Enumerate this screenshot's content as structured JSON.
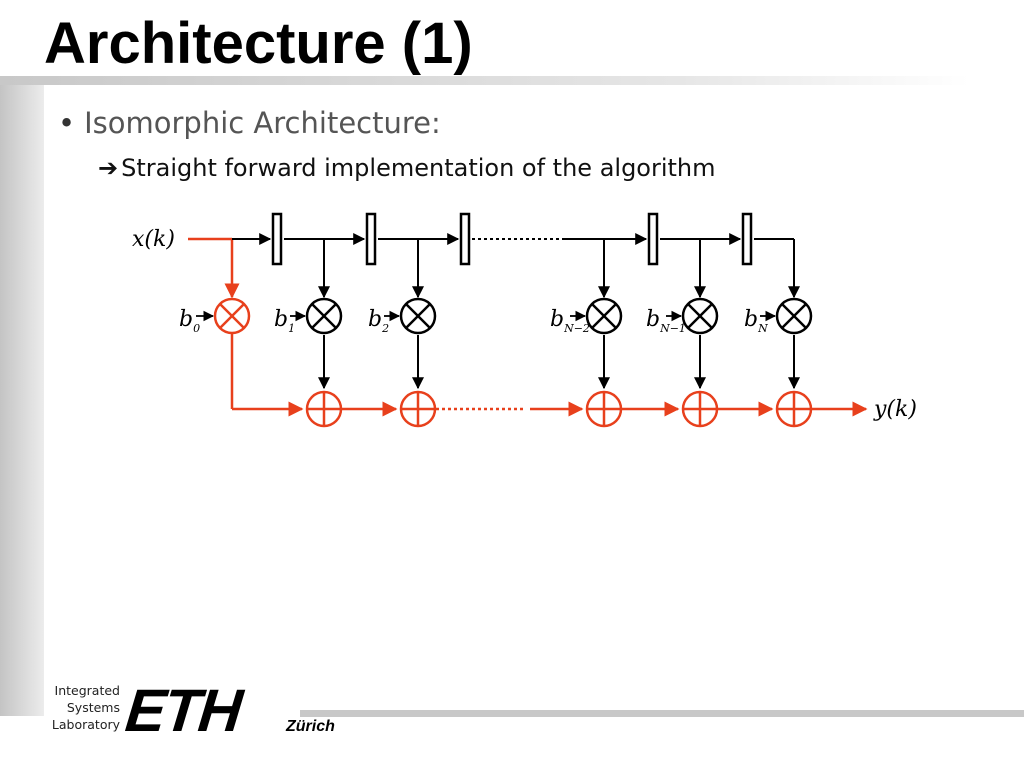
{
  "slide": {
    "title": "Architecture (1)",
    "bullet_1": "Isomorphic Architecture:",
    "bullet_1_marker": "•",
    "bullet_2": "Straight forward implementation of the algorithm",
    "bullet_2_marker": "➔"
  },
  "diagram": {
    "input_label": "x(k)",
    "output_label": "y(k)",
    "coefficients": [
      {
        "base": "b",
        "sub": "0"
      },
      {
        "base": "b",
        "sub": "1"
      },
      {
        "base": "b",
        "sub": "2"
      },
      {
        "base": "b",
        "sub": "N−2"
      },
      {
        "base": "b",
        "sub": "N−1"
      },
      {
        "base": "b",
        "sub": "N"
      }
    ],
    "colors": {
      "highlight": "#e8401c",
      "normal": "#000000"
    }
  },
  "footer": {
    "lab_name": [
      "Integrated",
      "Systems",
      "Laboratory"
    ],
    "logo_text": "ETH",
    "logo_subtext": "Zürich"
  }
}
